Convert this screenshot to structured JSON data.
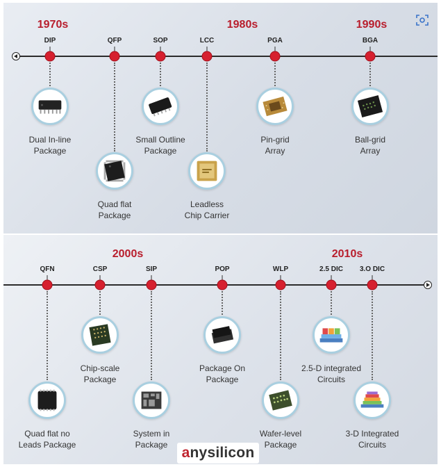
{
  "top": {
    "decades": [
      "1970s",
      "1980s",
      "1990s"
    ],
    "items": [
      {
        "abbr": "DIP",
        "name_line1": "Dual In-line",
        "name_line2": "Package",
        "icon": "dip-chip-icon"
      },
      {
        "abbr": "QFP",
        "name_line1": "Quad flat",
        "name_line2": "Package",
        "icon": "qfp-chip-icon"
      },
      {
        "abbr": "SOP",
        "name_line1": "Small Outline",
        "name_line2": "Package",
        "icon": "sop-chip-icon"
      },
      {
        "abbr": "LCC",
        "name_line1": "Leadless",
        "name_line2": "Chip Carrier",
        "icon": "lcc-chip-icon"
      },
      {
        "abbr": "PGA",
        "name_line1": "Pin-grid",
        "name_line2": "Array",
        "icon": "pga-chip-icon"
      },
      {
        "abbr": "BGA",
        "name_line1": "Ball-grid",
        "name_line2": "Array",
        "icon": "bga-chip-icon"
      }
    ]
  },
  "bottom": {
    "decades": [
      "2000s",
      "2010s"
    ],
    "items": [
      {
        "abbr": "QFN",
        "name_line1": "Quad flat no",
        "name_line2": "Leads Package",
        "icon": "qfn-chip-icon"
      },
      {
        "abbr": "CSP",
        "name_line1": "Chip-scale",
        "name_line2": "Package",
        "icon": "csp-chip-icon"
      },
      {
        "abbr": "SIP",
        "name_line1": "System in",
        "name_line2": "Package",
        "icon": "sip-chip-icon"
      },
      {
        "abbr": "POP",
        "name_line1": "Package On",
        "name_line2": "Package",
        "icon": "pop-chip-icon"
      },
      {
        "abbr": "WLP",
        "name_line1": "Wafer-level",
        "name_line2": "Package",
        "icon": "wlp-chip-icon"
      },
      {
        "abbr": "2.5 DIC",
        "name_line1": "2.5-D integrated",
        "name_line2": "Circuits",
        "icon": "2-5d-ic-icon"
      },
      {
        "abbr": "3.O DIC",
        "name_line1": "3-D Integrated",
        "name_line2": "Circuits",
        "icon": "3d-ic-icon"
      }
    ]
  },
  "logo": {
    "first_letter": "a",
    "rest": "nysilicon"
  },
  "colors": {
    "accent": "#d6202f",
    "decade": "#b81d2c",
    "circle_border": "#a9cfe0"
  }
}
